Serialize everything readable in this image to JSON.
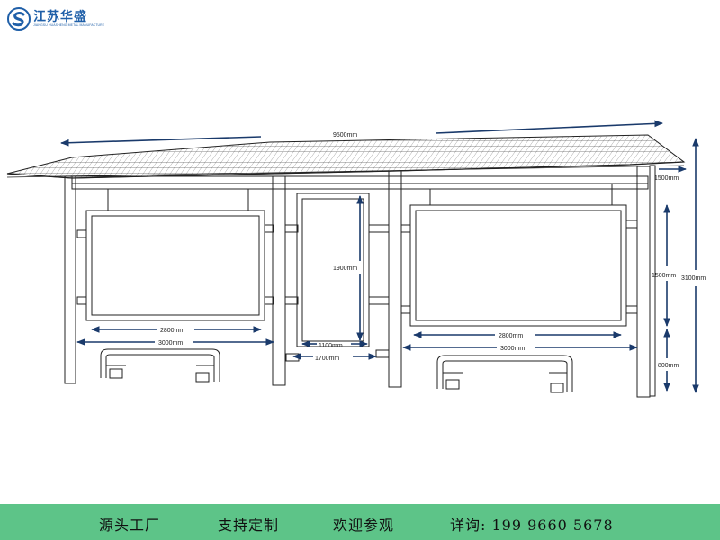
{
  "logo": {
    "title": "江苏华盛",
    "subtitle": "JIANGSU HUASHENG METAL MANUFACTURE"
  },
  "dimensions": {
    "total_length": "9500mm",
    "roof_overhang": "1500mm",
    "total_height": "3100mm",
    "board_height": "1500mm",
    "base_height": "800mm",
    "door_height": "1900mm",
    "door_width": "1100mm",
    "door_bay_width": "1700mm",
    "left_board_width": "2800mm",
    "left_bay_width": "3000mm",
    "right_board_width": "2800mm",
    "right_bay_width": "3000mm"
  },
  "footer": {
    "item1": "源头工厂",
    "item2": "支持定制",
    "item3": "欢迎参观",
    "item4": "详询: 199 9660 5678"
  },
  "colors": {
    "brand": "#1f5fa8",
    "footer_bg": "#5dc488",
    "dimension_line": "#1a3a6b"
  }
}
